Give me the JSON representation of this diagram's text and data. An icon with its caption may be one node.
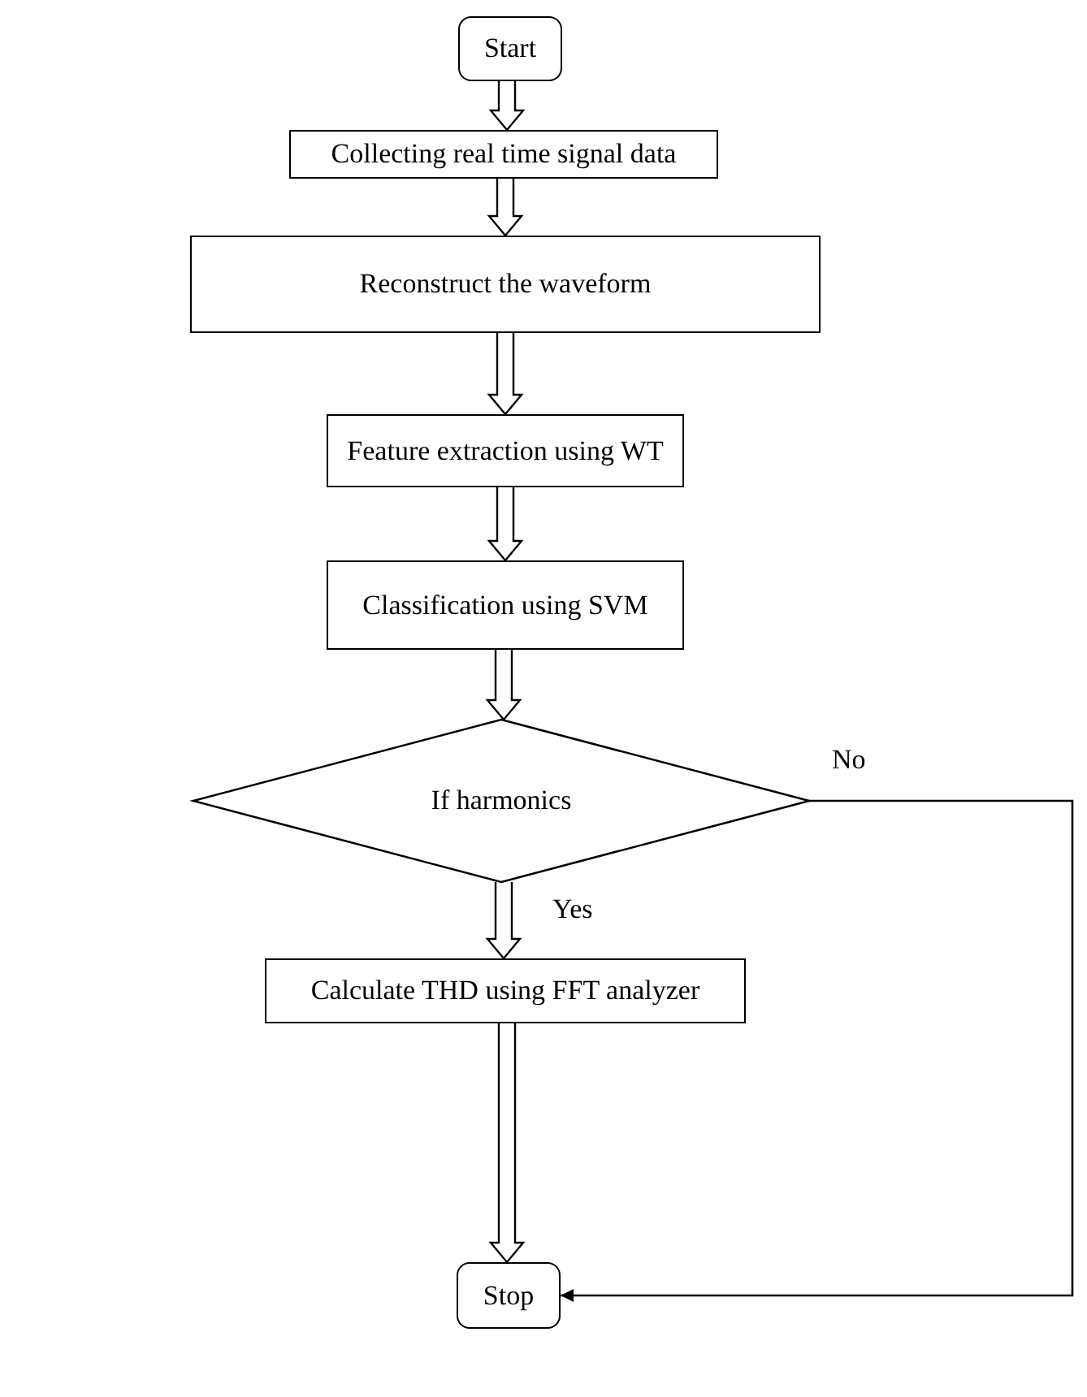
{
  "diagram": {
    "nodes": [
      {
        "text": [
          "Start"
        ]
      },
      {
        "text": [
          "Collecting real time signal data"
        ]
      },
      {
        "text": [
          "Reconstruct the waveform"
        ]
      },
      {
        "text": [
          "Feature extraction using WT"
        ]
      },
      {
        "text": [
          "Classification using SVM"
        ]
      },
      {
        "text": [
          "If  harmonics"
        ]
      },
      {
        "text": [
          "Calculate THD using FFT analyzer"
        ]
      },
      {
        "text": [
          "Stop"
        ]
      }
    ],
    "edges": [
      {
        "from": 0,
        "to": 1,
        "arrow": "to",
        "style": "thick"
      },
      {
        "from": 1,
        "to": 2,
        "arrow": "to",
        "style": "thick"
      },
      {
        "from": 2,
        "to": 3,
        "arrow": "to",
        "style": "thick"
      },
      {
        "from": 3,
        "to": 4,
        "arrow": "to",
        "style": "thick"
      },
      {
        "from": 4,
        "to": 5,
        "arrow": "to",
        "style": "thick"
      },
      {
        "from": 5,
        "to": 6,
        "arrow": "to",
        "style": "thick",
        "label": "Yes"
      },
      {
        "from": 6,
        "to": 7,
        "arrow": "to",
        "style": "thick"
      },
      {
        "from": 5,
        "to": 7,
        "arrow": "to",
        "label": "No"
      }
    ]
  }
}
